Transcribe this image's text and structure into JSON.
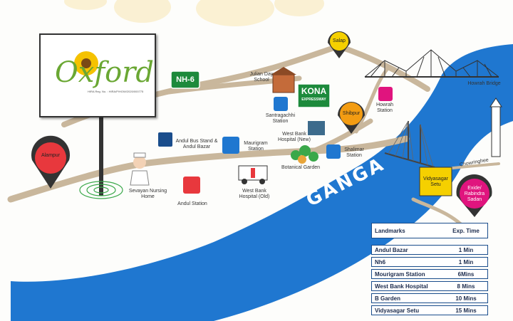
{
  "map": {
    "river_label": "GANGA",
    "colors": {
      "river": "#1f77d0",
      "road": "#c9b79c",
      "pin_red": "#e8383d",
      "pin_yellow": "#f5d000",
      "pin_orange": "#f39c12",
      "pin_pink": "#e0147e"
    }
  },
  "billboard": {
    "logo_text": "Oxford",
    "rera": "HIRA Reg. No. : HIRA/P/HOW/2020/000775"
  },
  "road_signs": {
    "nh6": "NH-6",
    "kona_line1": "KONA",
    "kona_line2": "EXPRESSWAY"
  },
  "pins": {
    "alampur": "Alampur",
    "salap": "Salap",
    "shibpur": "Shibpur",
    "exide": "Exide/ Rabindra Sadan"
  },
  "places": {
    "julian_day_school": "Julian Day School",
    "santragachhi": "Santragachhi Station",
    "west_bank_new": "West Bank Hospital (New)",
    "andul_bus_stand": "Andul Bus Stand & Andul Bazar",
    "maurigram": "Maurigram Station",
    "shalimar": "Shalimar Station",
    "botanical_garden": "Botanical Garden",
    "sevayan": "Sevayan Nursing Home",
    "andul_station": "Andul Station",
    "west_bank_old": "West Bank Hospital (Old)",
    "howrah_station": "Howrah Station",
    "howrah_bridge": "Howrah Bridge",
    "chowringhee": "Chowringhee",
    "vidyasagar_setu": "Vidyasagar Setu"
  },
  "landmarks": {
    "header_col1": "Landmarks",
    "header_col2": "Exp. Time",
    "rows": [
      {
        "name": "Andul Bazar",
        "time": "1 Min"
      },
      {
        "name": "Nh6",
        "time": "1 Min"
      },
      {
        "name": "Mourigram Station",
        "time": "6Mins"
      },
      {
        "name": "West Bank Hospital",
        "time": "8 Mins"
      },
      {
        "name": "B Garden",
        "time": "10 Mins"
      },
      {
        "name": "Vidyasagar Setu",
        "time": "15 Mins"
      }
    ]
  }
}
